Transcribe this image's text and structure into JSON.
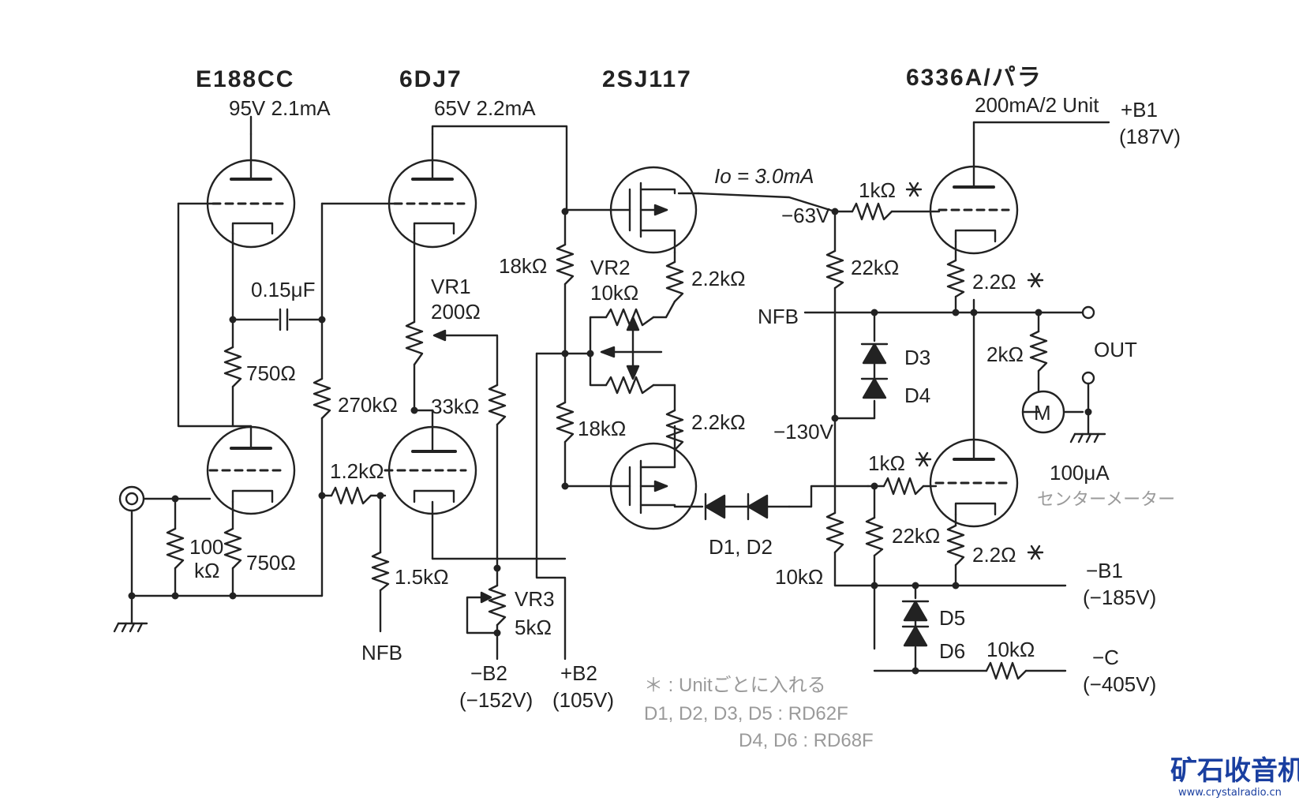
{
  "tubes": {
    "e188cc": "E188CC",
    "6dj7": "6DJ7",
    "2sj117": "2SJ117",
    "6336a": "6336A/パラ"
  },
  "bias": {
    "e188cc": "95V 2.1mA",
    "6dj7": "65V 2.2mA",
    "6336a": "200mA/2 Unit",
    "io": "Io = 3.0mA"
  },
  "supply": {
    "b1_pos": "+B1",
    "b1_pos_v": "(187V)",
    "b1_neg": "−B1",
    "b1_neg_v": "(−185V)",
    "b2_neg": "−B2",
    "b2_neg_v": "(−152V)",
    "b2_pos": "+B2",
    "b2_pos_v": "(105V)",
    "c_neg": "−C",
    "c_neg_v": "(−405V)"
  },
  "components": {
    "c1": "0.15μF",
    "r_750a": "750Ω",
    "r_750b": "750Ω",
    "r_100k_a": "100",
    "r_100k_b": "kΩ",
    "r_270k": "270kΩ",
    "r_1k2": "1.2kΩ",
    "r_1k5": "1.5kΩ",
    "vr1_name": "VR1",
    "vr1_val": "200Ω",
    "r_33k": "33kΩ",
    "vr3_name": "VR3",
    "vr3_val": "5kΩ",
    "r_18k_a": "18kΩ",
    "r_18k_b": "18kΩ",
    "vr2_name": "VR2",
    "vr2_val": "10kΩ",
    "r_2k2_a": "2.2kΩ",
    "r_2k2_b": "2.2kΩ",
    "d12": "D1, D2",
    "r_1k_a": "1kΩ",
    "r_1k_b": "1kΩ",
    "r_22k_a": "22kΩ",
    "r_22k_b": "22kΩ",
    "r_2r2_a": "2.2Ω",
    "r_2r2_b": "2.2Ω",
    "d3": "D3",
    "d4": "D4",
    "d5": "D5",
    "d6": "D6",
    "r_10k_a": "10kΩ",
    "r_10k_b": "10kΩ",
    "r_2k": "2kΩ",
    "meter": "M",
    "meter_val": "100μA",
    "meter_desc": "センターメーター"
  },
  "nodes": {
    "v63": "−63V",
    "v130": "−130V",
    "nfb_main": "NFB",
    "nfb_low": "NFB",
    "out": "OUT"
  },
  "notes": {
    "line1": "＊ : Unitごとに入れる",
    "line2": "D1, D2, D3, D5 : RD62F",
    "line3": "D4, D6 : RD68F"
  },
  "watermark": {
    "brand": "矿石收音机",
    "url": "www.crystalradio.cn"
  }
}
